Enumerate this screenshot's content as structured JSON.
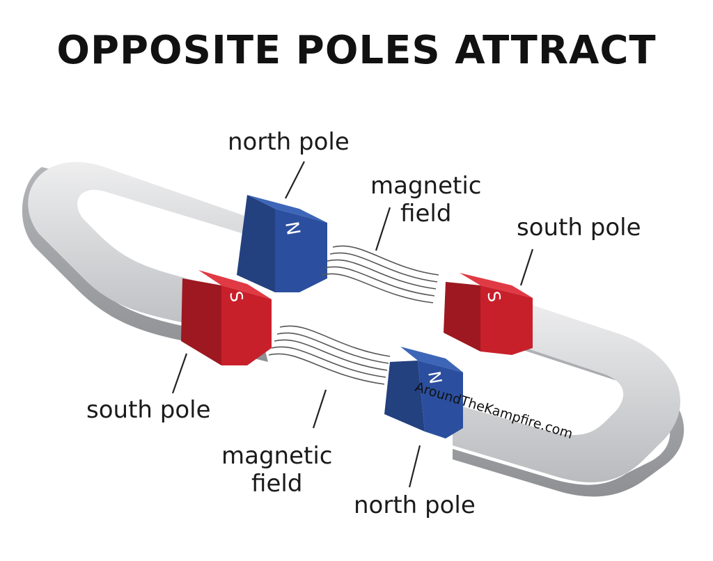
{
  "title": "OPPOSITE POLES ATTRACT",
  "labels": {
    "north_pole_top": "north pole",
    "magnetic_field_top_line1": "magnetic",
    "magnetic_field_top_line2": "field",
    "south_pole_right": "south pole",
    "south_pole_left": "south pole",
    "magnetic_field_bottom_line1": "magnetic",
    "magnetic_field_bottom_line2": "field",
    "north_pole_bottom": "north pole"
  },
  "pole_letters": {
    "north": "N",
    "south": "S"
  },
  "watermark": "AroundTheKampfire.com",
  "colors": {
    "north": "#2b4f9e",
    "south": "#c8202b",
    "metal": "#c9cbce",
    "text": "#1a1a1a"
  }
}
